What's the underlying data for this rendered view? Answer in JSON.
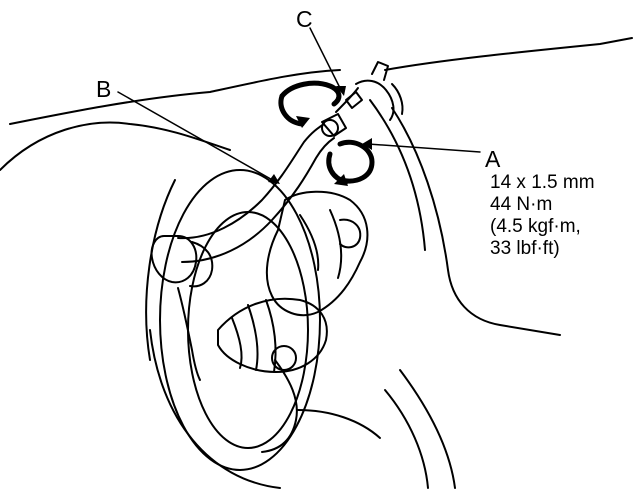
{
  "callouts": {
    "a": "A",
    "b": "B",
    "c": "C"
  },
  "torque_spec": {
    "thread": "14 x 1.5 mm",
    "torque_nm": "44 N·m",
    "torque_kgfm": "(4.5 kgf·m,",
    "torque_lbfft": "33 lbf·ft)"
  },
  "colors": {
    "ink": "#000000",
    "paper": "#ffffff"
  }
}
